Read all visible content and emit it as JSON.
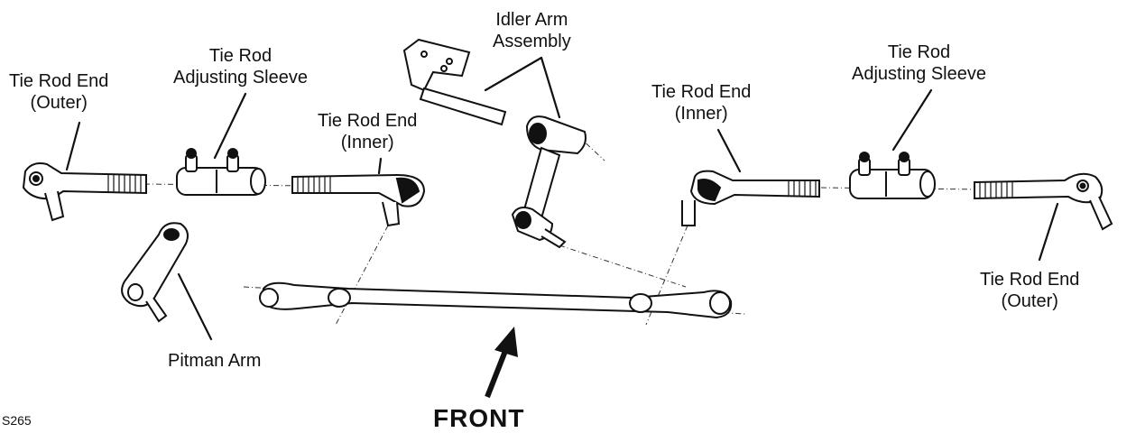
{
  "labels": {
    "tie_rod_end_outer_left": [
      "Tie Rod End",
      "(Outer)"
    ],
    "adjusting_sleeve_left": [
      "Tie Rod",
      "Adjusting Sleeve"
    ],
    "tie_rod_end_inner_left": [
      "Tie Rod End",
      "(Inner)"
    ],
    "idler_arm_assembly": [
      "Idler Arm",
      "Assembly"
    ],
    "tie_rod_end_inner_right": [
      "Tie Rod End",
      "(Inner)"
    ],
    "adjusting_sleeve_right": [
      "Tie Rod",
      "Adjusting Sleeve"
    ],
    "tie_rod_end_outer_right": [
      "Tie Rod End",
      "(Outer)"
    ],
    "pitman_arm": "Pitman Arm"
  },
  "direction_label": "FRONT",
  "figure_code": "S265"
}
